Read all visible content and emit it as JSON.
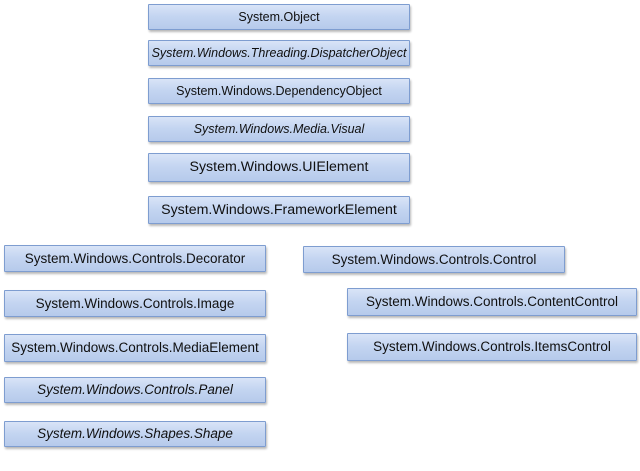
{
  "diagram": {
    "nodes": [
      {
        "id": "system-object",
        "label": "System.Object"
      },
      {
        "id": "dispatcher-object",
        "label": "System.Windows.Threading.DispatcherObject"
      },
      {
        "id": "dependency-object",
        "label": "System.Windows.DependencyObject"
      },
      {
        "id": "media-visual",
        "label": "System.Windows.Media.Visual"
      },
      {
        "id": "ui-element",
        "label": "System.Windows.UIElement"
      },
      {
        "id": "framework-element",
        "label": "System.Windows.FrameworkElement"
      },
      {
        "id": "controls-decorator",
        "label": "System.Windows.Controls.Decorator"
      },
      {
        "id": "controls-image",
        "label": "System.Windows.Controls.Image"
      },
      {
        "id": "controls-media-element",
        "label": "System.Windows.Controls.MediaElement"
      },
      {
        "id": "controls-panel",
        "label": "System.Windows.Controls.Panel"
      },
      {
        "id": "shapes-shape",
        "label": "System.Windows.Shapes.Shape"
      },
      {
        "id": "controls-control",
        "label": "System.Windows.Controls.Control"
      },
      {
        "id": "controls-content-control",
        "label": "System.Windows.Controls.ContentControl"
      },
      {
        "id": "controls-items-control",
        "label": "System.Windows.Controls.ItemsControl"
      }
    ]
  }
}
